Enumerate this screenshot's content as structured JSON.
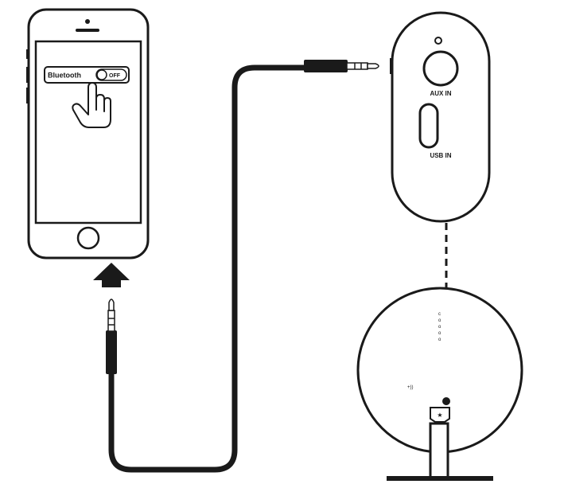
{
  "phone": {
    "toggle_label": "Bluetooth",
    "toggle_state": "OFF"
  },
  "receiver": {
    "aux_label": "AUX IN",
    "usb_label": "USB IN"
  },
  "speaker": {
    "indicator_text": "+))",
    "side_labels": [
      "c",
      "o",
      "o",
      "o",
      "o"
    ]
  }
}
